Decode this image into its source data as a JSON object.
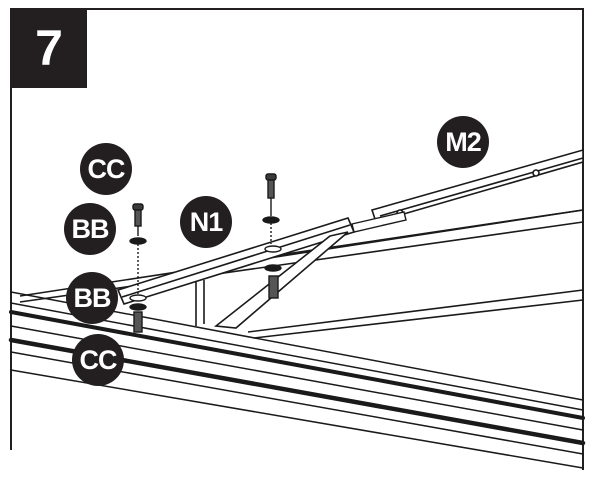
{
  "step": {
    "number": "7"
  },
  "labels": {
    "cc_top": "CC",
    "bb_top": "BB",
    "n1": "N1",
    "m2": "M2",
    "bb_bottom": "BB",
    "cc_bottom": "CC"
  },
  "colors": {
    "ink": "#231f20",
    "background": "#ffffff",
    "line": "#1a1a1a"
  }
}
